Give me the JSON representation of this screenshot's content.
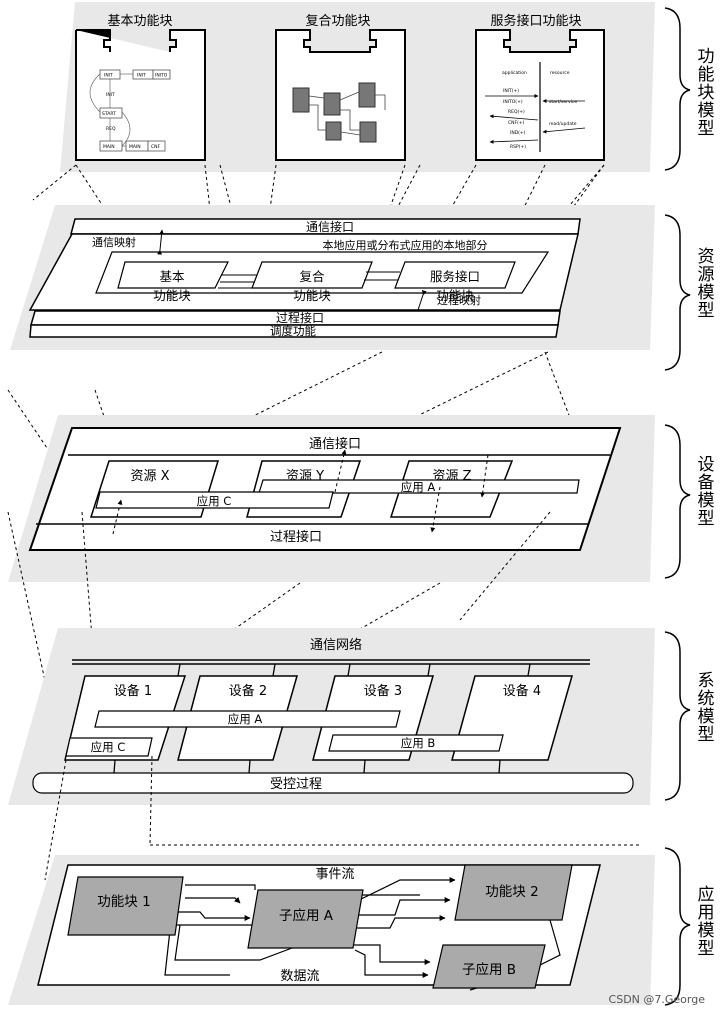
{
  "function_block_model": {
    "basic_title": "基本功能块",
    "composite_title": "复合功能块",
    "service_title": "服务接口功能块",
    "basic_tiny": [
      "INIT",
      "INIT",
      "INITO",
      "INIT",
      "START",
      "REQ",
      "MAIN",
      "MAIN",
      "CNF"
    ],
    "service_tiny": [
      "application",
      "resource",
      "INIT(+)",
      "INITO(+)",
      "REQ(+)",
      "CNF(+)",
      "IND(+)",
      "RSP(+)",
      "start/service",
      "read/update"
    ]
  },
  "resource_model": {
    "comm_interface": "通信接口",
    "comm_mapping": "通信映射",
    "local_part": "本地应用或分布式应用的本地部分",
    "basic_block_l1": "基本",
    "basic_block_l2": "功能块",
    "composite_block_l1": "复合",
    "composite_block_l2": "功能块",
    "service_block_l1": "服务接口",
    "service_block_l2": "功能块",
    "process_mapping": "过程映射",
    "process_interface": "过程接口",
    "scheduling": "调度功能"
  },
  "device_model": {
    "comm_interface": "通信接口",
    "resource_x": "资源 X",
    "resource_y": "资源 Y",
    "resource_z": "资源 Z",
    "app_a": "应用 A",
    "app_c": "应用 C",
    "process_interface": "过程接口"
  },
  "system_model": {
    "network": "通信网络",
    "device_1": "设备 1",
    "device_2": "设备 2",
    "device_3": "设备 3",
    "device_4": "设备 4",
    "app_a": "应用 A",
    "app_b": "应用 B",
    "app_c": "应用 C",
    "controlled_process": "受控过程"
  },
  "application_model": {
    "event_flow": "事件流",
    "fb1": "功能块 1",
    "fb2": "功能块 2",
    "subapp_a": "子应用 A",
    "subapp_b": "子应用 B",
    "data_flow": "数据流"
  },
  "side_labels": {
    "fb_model": [
      "功",
      "能",
      "块",
      "模",
      "型"
    ],
    "res_model": [
      "资",
      "源",
      "模",
      "型"
    ],
    "dev_model": [
      "设",
      "备",
      "模",
      "型"
    ],
    "sys_model": [
      "系",
      "统",
      "模",
      "型"
    ],
    "app_model": [
      "应",
      "用",
      "模",
      "型"
    ]
  },
  "watermark": "CSDN @7.George"
}
